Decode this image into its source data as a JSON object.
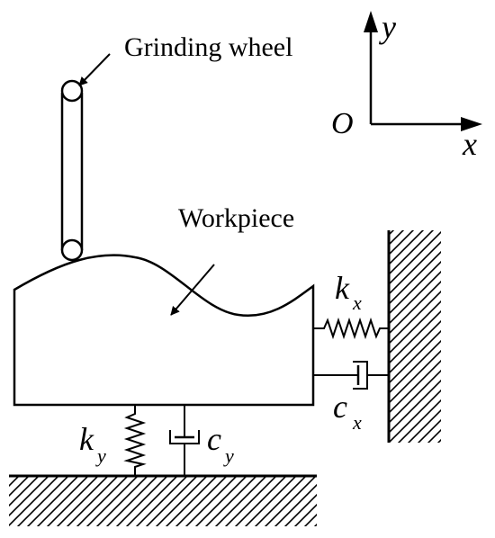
{
  "labels": {
    "grinding_wheel": "Grinding wheel",
    "workpiece": "Workpiece"
  },
  "axes": {
    "origin": "O",
    "x": "x",
    "y": "y"
  },
  "springs": {
    "kx": {
      "symbol": "k",
      "subscript": "x"
    },
    "ky": {
      "symbol": "k",
      "subscript": "y"
    }
  },
  "dampers": {
    "cx": {
      "symbol": "c",
      "subscript": "x"
    },
    "cy": {
      "symbol": "c",
      "subscript": "y"
    }
  },
  "colors": {
    "stroke": "#000000",
    "background": "#ffffff"
  }
}
